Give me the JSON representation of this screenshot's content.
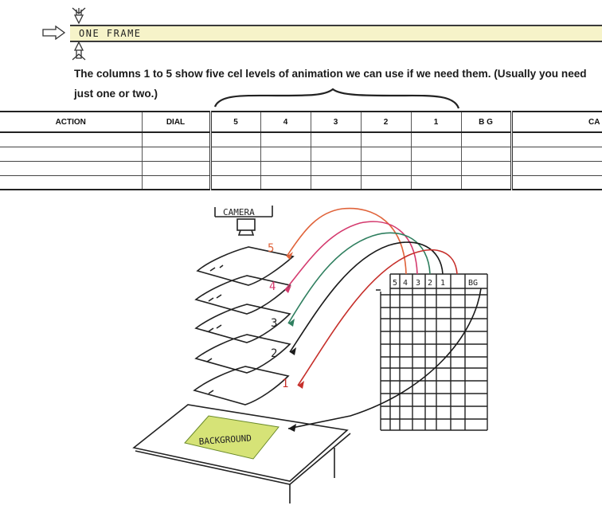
{
  "frame_strip": {
    "label": "ONE FRAME"
  },
  "caption": "The columns 1 to 5 show five cel levels of animation we can use if we need them. (Usually you need just one or two.)",
  "exposure_sheet": {
    "columns": [
      "ACTION",
      "DIAL",
      "5",
      "4",
      "3",
      "2",
      "1",
      "B G",
      "CA"
    ],
    "row_count": 4
  },
  "sketch": {
    "camera_label": "CAMERA",
    "background_label": "BACKGROUND",
    "level_numbers": [
      "5",
      "4",
      "3",
      "2",
      "1"
    ],
    "mini_sheet_headers": [
      "5",
      "4",
      "3",
      "2",
      "1",
      "BG"
    ],
    "colors": {
      "level_5": "#e0633a",
      "level_4": "#d43a6e",
      "level_3": "#2f7f5f",
      "level_2": "#1a1a1a",
      "level_1": "#c62f2a",
      "background_fill": "#c8d94a"
    }
  }
}
